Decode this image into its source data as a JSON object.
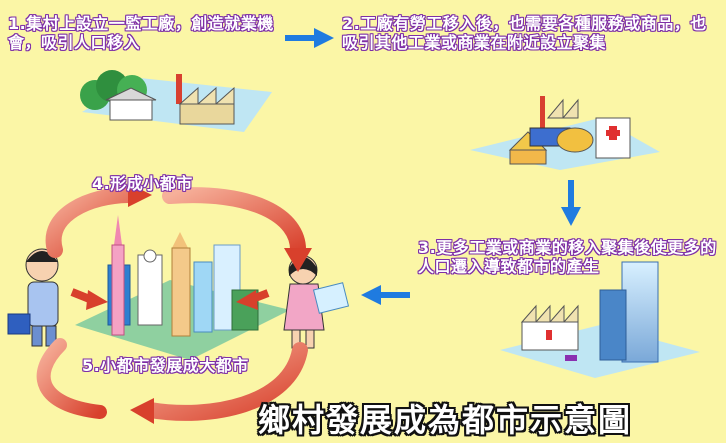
{
  "steps": {
    "step1": "1.集村上設立一監工廠，創造就業機會，吸引人口移入",
    "step2": "2.工廠有勞工移入後，也需要各種服務或商品，也吸引其他工業或商業在附近設立聚集",
    "step3": "3.更多工業或商業的移入聚集後使更多的人口遷入導致都市的產生",
    "step4": "4.形成小都市",
    "step5": "5.小都市發展成大都市"
  },
  "title": "鄉村發展成為都市示意圖",
  "colors": {
    "background": "#fbf6a6",
    "step_text_outline": "#7e2fa6",
    "flow_arrow": "#1f7be0",
    "cycle_arrow": "#e0503a"
  }
}
